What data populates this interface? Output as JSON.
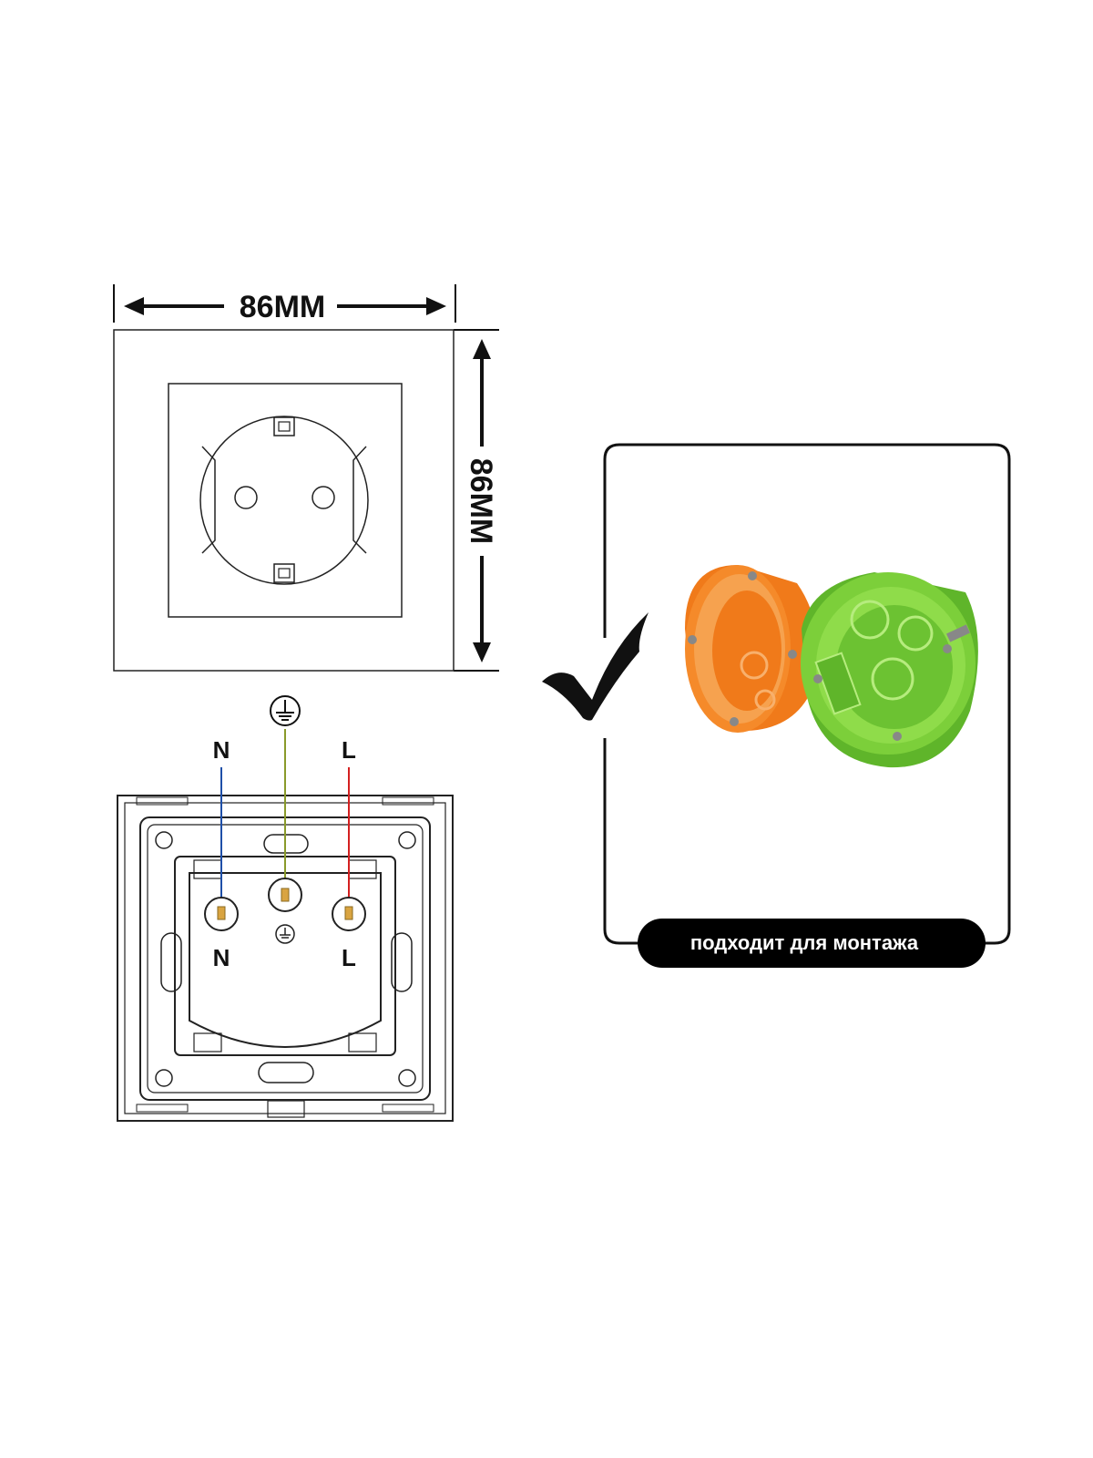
{
  "dimensions": {
    "width_label": "86MM",
    "height_label": "86MM"
  },
  "wiring": {
    "neutral_label": "N",
    "live_label": "L",
    "ground_symbol": "earth-ground-icon",
    "neutral_color": "#1f4fa8",
    "ground_color": "#8a9a2b",
    "live_color": "#d42020"
  },
  "mounting": {
    "badge_text": "подходит для монтажа",
    "box_colors": [
      "#f58a2a",
      "#7ccf3a"
    ]
  }
}
